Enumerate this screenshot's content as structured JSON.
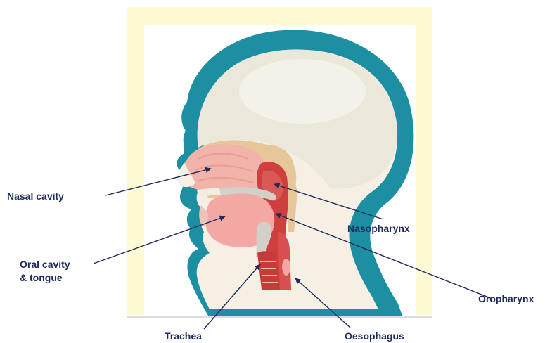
{
  "labels": {
    "nasal_cavity": "Nasal cavity",
    "oral_cavity_line1": "Oral cavity",
    "oral_cavity_line2": "& tongue",
    "nasopharynx": "Nasopharynx",
    "oropharynx": "Oropharynx",
    "trachea": "Trachea",
    "oesophagus": "Oesophagus"
  },
  "colors": {
    "frame_fill": "#fdfbd3",
    "head_outline": "#1d8fa3",
    "skull": "#ebe7db",
    "nasal_tissue": "#f2b3aa",
    "pharynx": "#cf3f3f",
    "bone_tan": "#e6c79a",
    "leader_line": "#1c2b5a"
  }
}
